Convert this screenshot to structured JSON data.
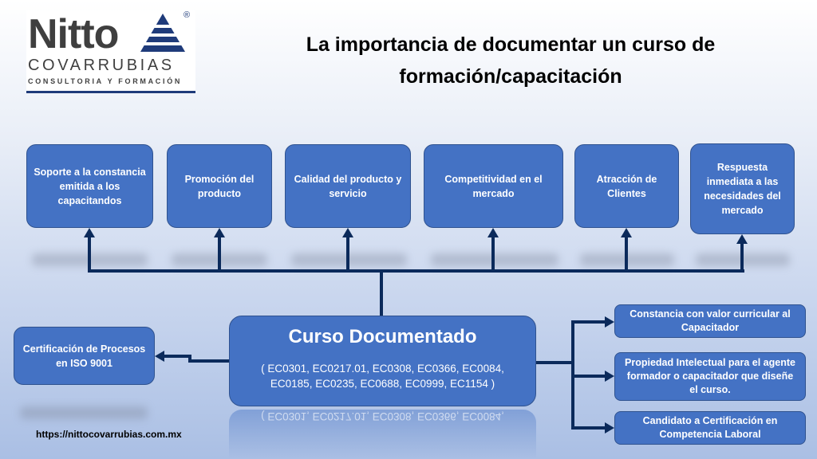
{
  "logo": {
    "name": "Nitto",
    "sub": "COVARRUBIAS",
    "tagline": "CONSULTORIA Y FORMACIÓN",
    "reg": "®"
  },
  "title": "La importancia de documentar un  curso de formación/capacitación",
  "top_boxes": [
    "Soporte a la constancia emitida a los capacitandos",
    "Promoción del producto",
    "Calidad del producto y servicio",
    "Competitividad en el mercado",
    "Atracción de Clientes",
    "Respuesta inmediata a las necesidades del mercado"
  ],
  "center": {
    "title": "Curso Documentado",
    "codes": "(  EC0301, EC0217.01, EC0308, EC0366, EC0084, EC0185, EC0235, EC0688, EC0999, EC1154 )"
  },
  "left_box": "Certificación de Procesos en ISO 9001",
  "right_boxes": [
    "Constancia con valor curricular al Capacitador",
    "Propiedad Intelectual para el agente formador o capacitador que diseñe el curso.",
    "Candidato a Certificación en Competencia Laboral"
  ],
  "url": "https://nittocovarrubias.com.mx",
  "colors": {
    "box": "#4472c4",
    "line": "#0b2a5b"
  }
}
